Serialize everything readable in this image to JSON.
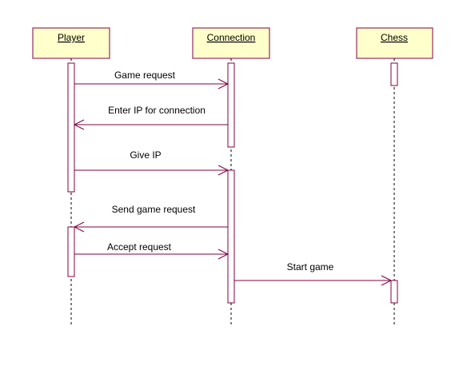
{
  "diagram": {
    "type": "sequence",
    "colors": {
      "box_fill": "#ffffcc",
      "border": "#800040",
      "lifeline": "#000000",
      "text": "#000000"
    },
    "lifelines": [
      {
        "id": "player",
        "label": "Player"
      },
      {
        "id": "connection",
        "label": "Connection"
      },
      {
        "id": "chess",
        "label": "Chess"
      }
    ],
    "messages": [
      {
        "id": "m1",
        "label": "Game request",
        "from": "player",
        "to": "connection"
      },
      {
        "id": "m2",
        "label": "Enter IP for connection",
        "from": "connection",
        "to": "player"
      },
      {
        "id": "m3",
        "label": "Give IP",
        "from": "player",
        "to": "connection"
      },
      {
        "id": "m4",
        "label": "Send game request",
        "from": "connection",
        "to": "player"
      },
      {
        "id": "m5",
        "label": "Accept request",
        "from": "player",
        "to": "connection"
      },
      {
        "id": "m6",
        "label": "Start game",
        "from": "connection",
        "to": "chess"
      }
    ]
  }
}
